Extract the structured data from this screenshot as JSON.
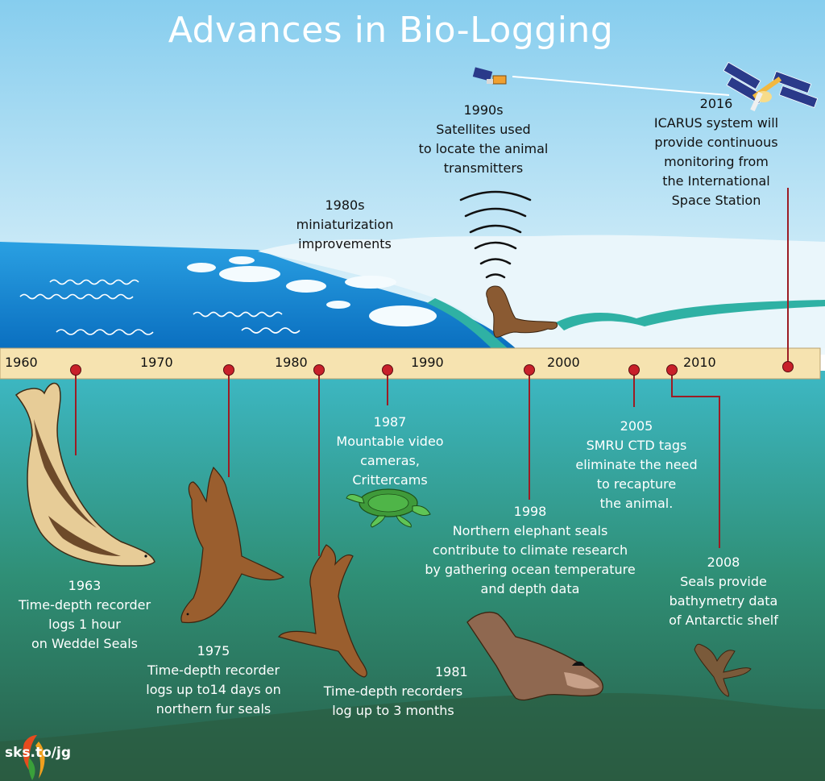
{
  "title": "Advances in Bio-Logging",
  "colors": {
    "sky_top": "#8fd0ef",
    "sky_bottom": "#e2f3fb",
    "ocean_surface": "#1c8fd6",
    "ice": "#eaf6fb",
    "shore": "#2fb1a4",
    "deep_sea": "#2e7563",
    "timeline_bar": "#f6e3b0",
    "marker": "#c8202a",
    "connector": "#9c1c24"
  },
  "timeline": {
    "decades": [
      "1960",
      "1970",
      "1980",
      "1990",
      "2000",
      "2010"
    ]
  },
  "events": [
    {
      "year": "1963",
      "lines": [
        "Time-depth recorder",
        "logs 1 hour",
        "on Weddel Seals"
      ]
    },
    {
      "year": "1975",
      "lines": [
        "Time-depth recorder",
        "logs up to14 days on",
        "northern fur seals"
      ]
    },
    {
      "year": "1981",
      "lines": [
        "Time-depth recorders",
        "log up to 3 months"
      ]
    },
    {
      "year": "1980s",
      "lines": [
        "miniaturization",
        "improvements"
      ]
    },
    {
      "year": "1987",
      "lines": [
        "Mountable video",
        "cameras,",
        "Crittercams"
      ]
    },
    {
      "year": "1990s",
      "lines": [
        "Satellites used",
        "to locate the animal",
        "transmitters"
      ]
    },
    {
      "year": "1998",
      "lines": [
        "Northern elephant seals",
        "contribute to climate research",
        "by gathering ocean temperature",
        "and depth  data"
      ]
    },
    {
      "year": "2005",
      "lines": [
        "SMRU CTD tags",
        "eliminate the need",
        "to recapture",
        "the animal."
      ]
    },
    {
      "year": "2008",
      "lines": [
        "Seals provide",
        "bathymetry data",
        "of Antarctic shelf"
      ]
    },
    {
      "year": "2016",
      "lines": [
        "ICARUS system will",
        "provide continuous",
        "monitoring from",
        "the International",
        "Space Station"
      ]
    }
  ],
  "credit": "sks.to/jg",
  "icons": [
    "seal-icon",
    "fur-seal-icon",
    "sea-turtle-icon",
    "elephant-seal-icon",
    "satellite-icon",
    "space-station-icon",
    "signal-waves-icon",
    "skeptical-science-logo"
  ]
}
